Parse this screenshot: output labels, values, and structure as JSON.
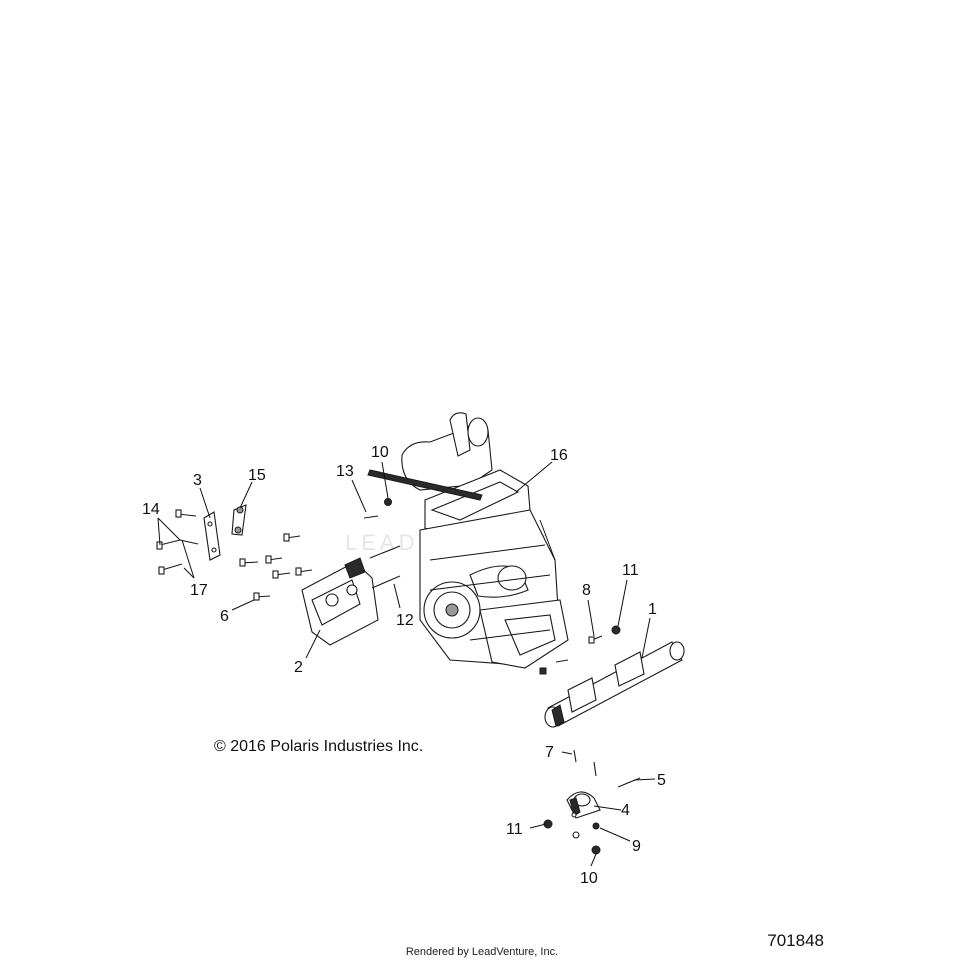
{
  "diagram": {
    "copyright": "© 2016 Polaris Industries Inc.",
    "figure_number": "701848",
    "render_credit": "Rendered by LeadVenture, Inc.",
    "watermark": "LEADVENTURE",
    "callouts": [
      {
        "id": "c1",
        "label": "1"
      },
      {
        "id": "c2",
        "label": "2"
      },
      {
        "id": "c3",
        "label": "3"
      },
      {
        "id": "c4",
        "label": "4"
      },
      {
        "id": "c5",
        "label": "5"
      },
      {
        "id": "c6",
        "label": "6"
      },
      {
        "id": "c7",
        "label": "7"
      },
      {
        "id": "c8",
        "label": "8"
      },
      {
        "id": "c9",
        "label": "9"
      },
      {
        "id": "c10a",
        "label": "10"
      },
      {
        "id": "c10b",
        "label": "10"
      },
      {
        "id": "c11a",
        "label": "11"
      },
      {
        "id": "c11b",
        "label": "11"
      },
      {
        "id": "c12",
        "label": "12"
      },
      {
        "id": "c13",
        "label": "13"
      },
      {
        "id": "c14",
        "label": "14"
      },
      {
        "id": "c15",
        "label": "15"
      },
      {
        "id": "c16",
        "label": "16"
      },
      {
        "id": "c17",
        "label": "17"
      }
    ]
  }
}
